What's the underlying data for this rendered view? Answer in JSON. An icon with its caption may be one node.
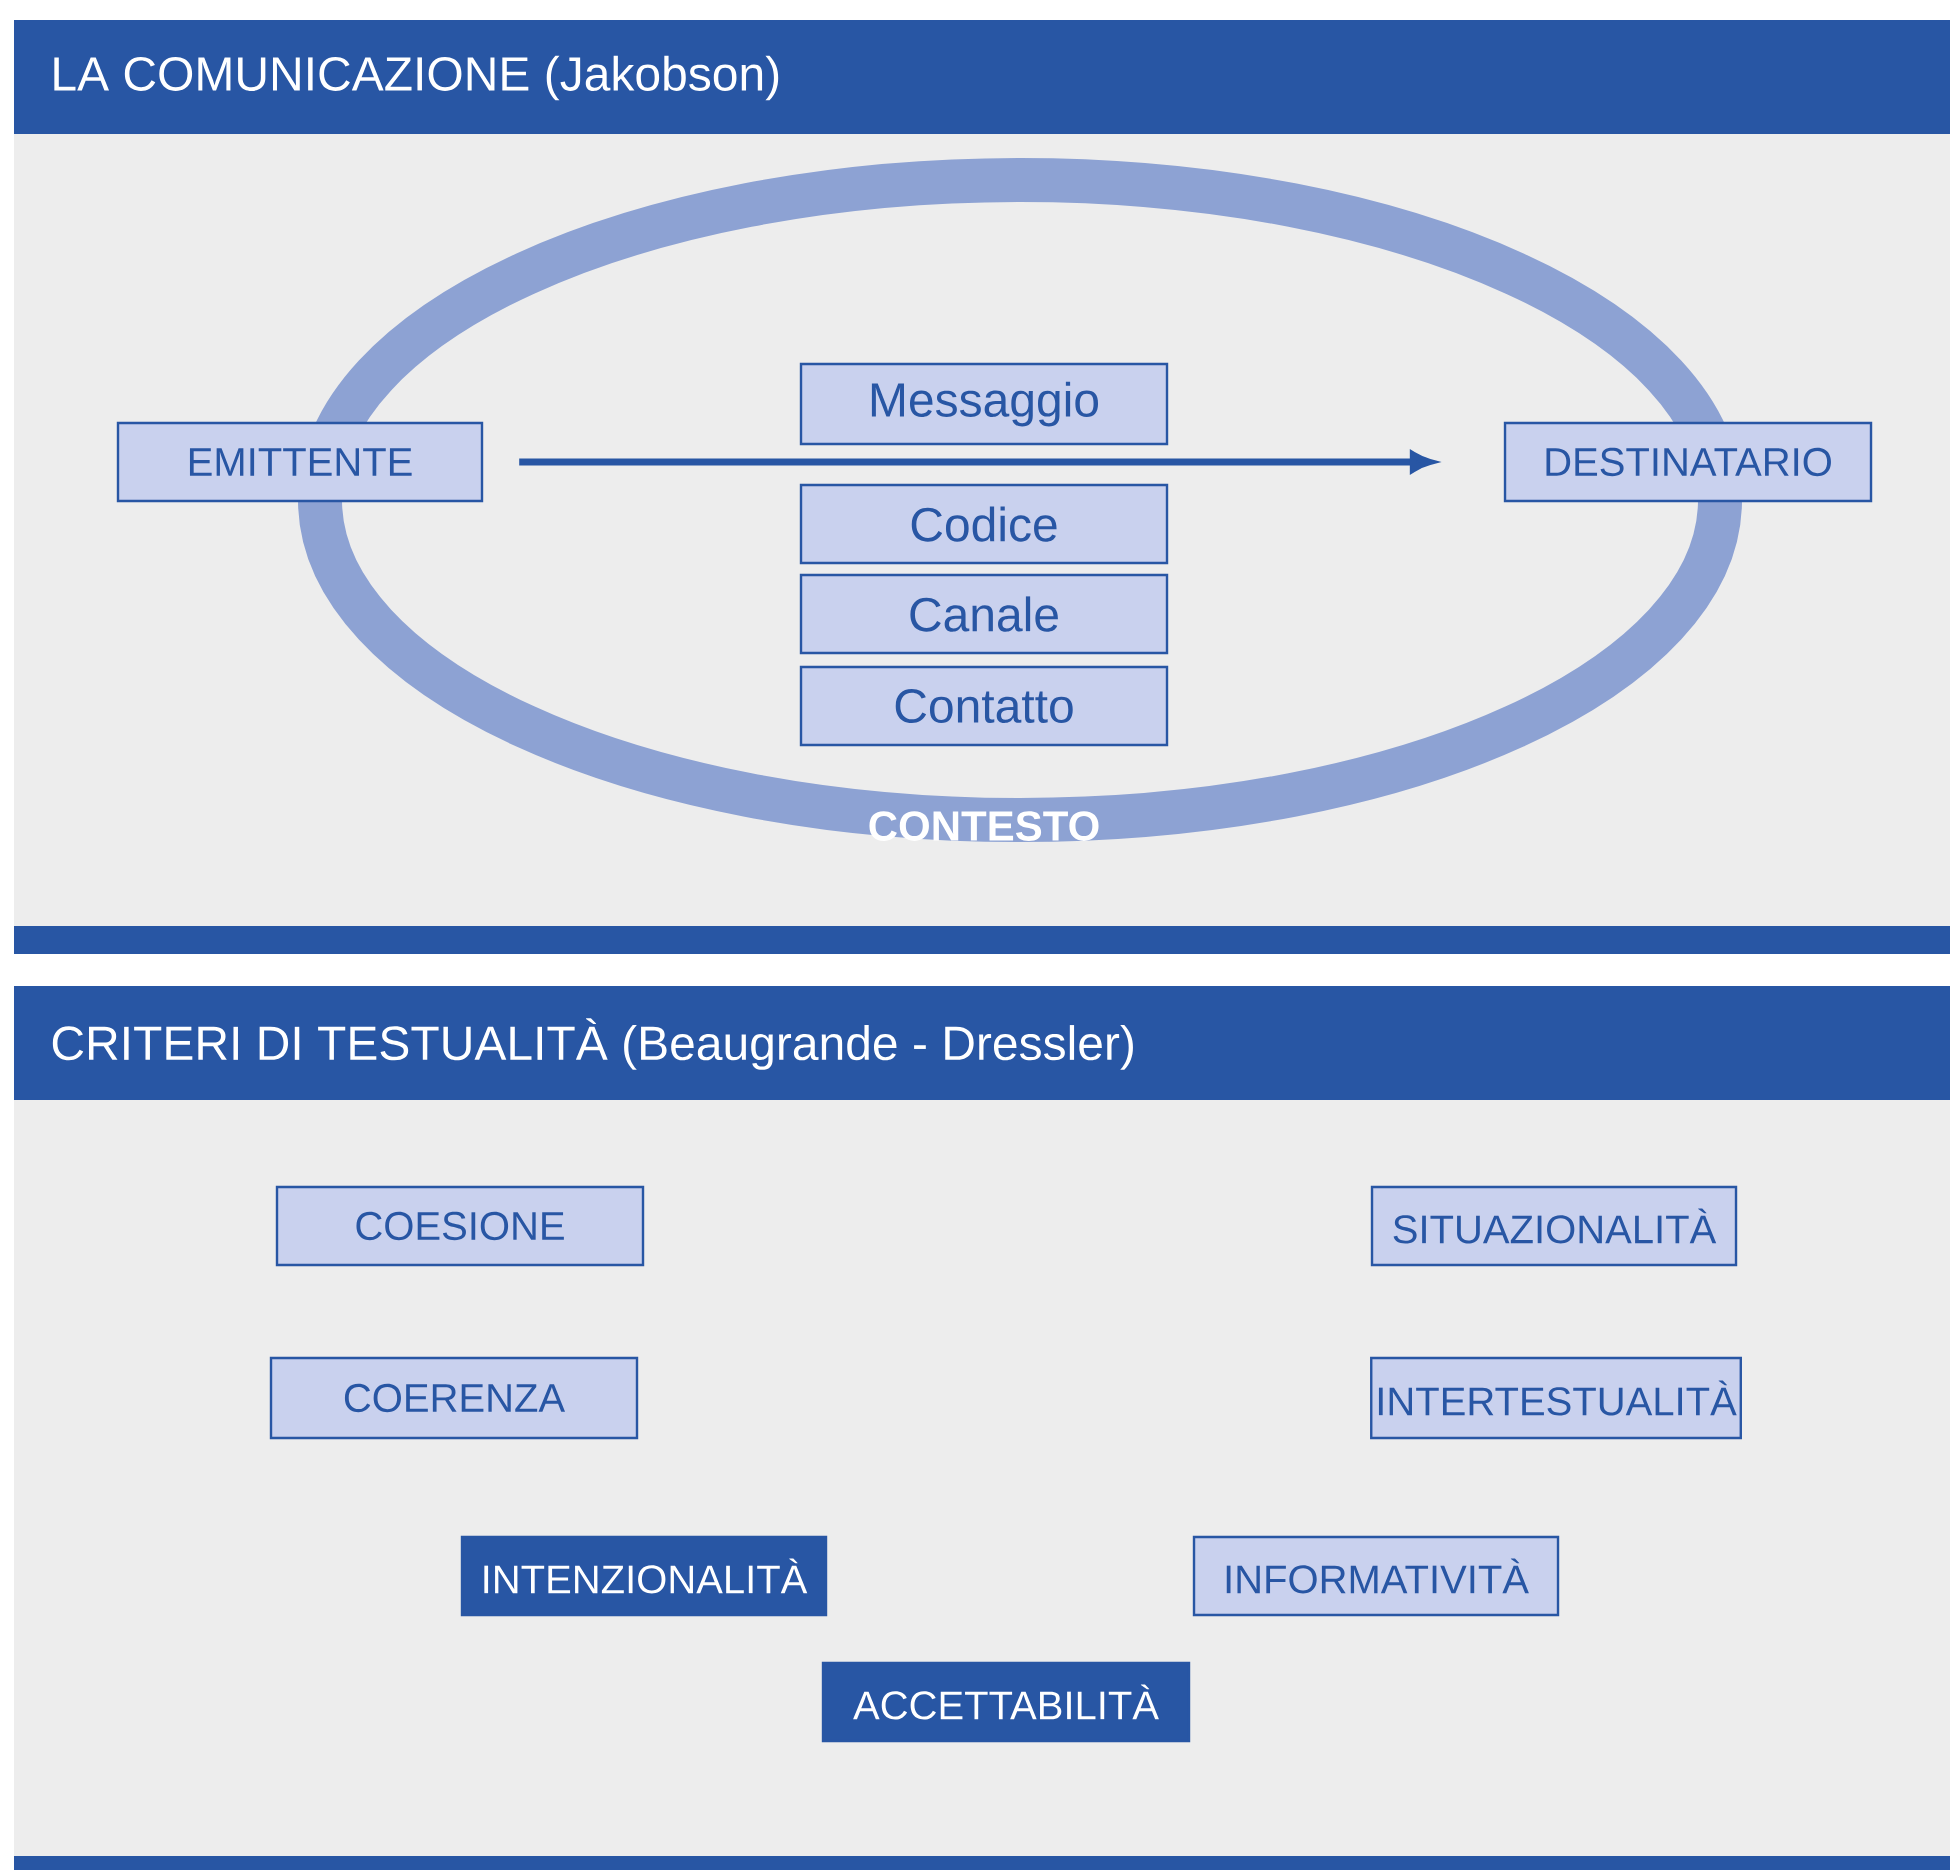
{
  "diagram": {
    "nodes": [
      {
        "text": [
          "LA COMUNICAZIONE (Jakobson)"
        ]
      },
      {
        "text": [
          "CONTESTO"
        ],
        "in": 0
      },
      {
        "text": [
          "EMITTENTE"
        ],
        "in": 0
      },
      {
        "text": [
          "Messaggio"
        ],
        "in": 1
      },
      {
        "text": [
          "DESTINATARIO"
        ],
        "in": 0
      },
      {
        "text": [
          "Codice"
        ],
        "in": 1
      },
      {
        "text": [
          "Canale"
        ],
        "in": 1
      },
      {
        "text": [
          "Contatto"
        ],
        "in": 1
      },
      {
        "text": [
          "CRITERI DI TESTUALITÀ (Beaugrande - Dressler)"
        ]
      },
      {
        "text": [
          "COESIONE"
        ],
        "in": 8
      },
      {
        "text": [
          "SITUAZIONALITÀ"
        ],
        "in": 8
      },
      {
        "text": [
          "COERENZA"
        ],
        "in": 8
      },
      {
        "text": [
          "INTERTESTUALITÀ"
        ],
        "in": 8
      },
      {
        "text": [
          "INTENZIONALITÀ"
        ],
        "in": 8
      },
      {
        "text": [
          "INFORMATIVITÀ"
        ],
        "in": 8
      },
      {
        "text": [
          "ACCETTABILITÀ"
        ],
        "in": 8
      }
    ],
    "edges": [
      {
        "from": 2,
        "to": 4,
        "arrow": "to"
      }
    ]
  }
}
